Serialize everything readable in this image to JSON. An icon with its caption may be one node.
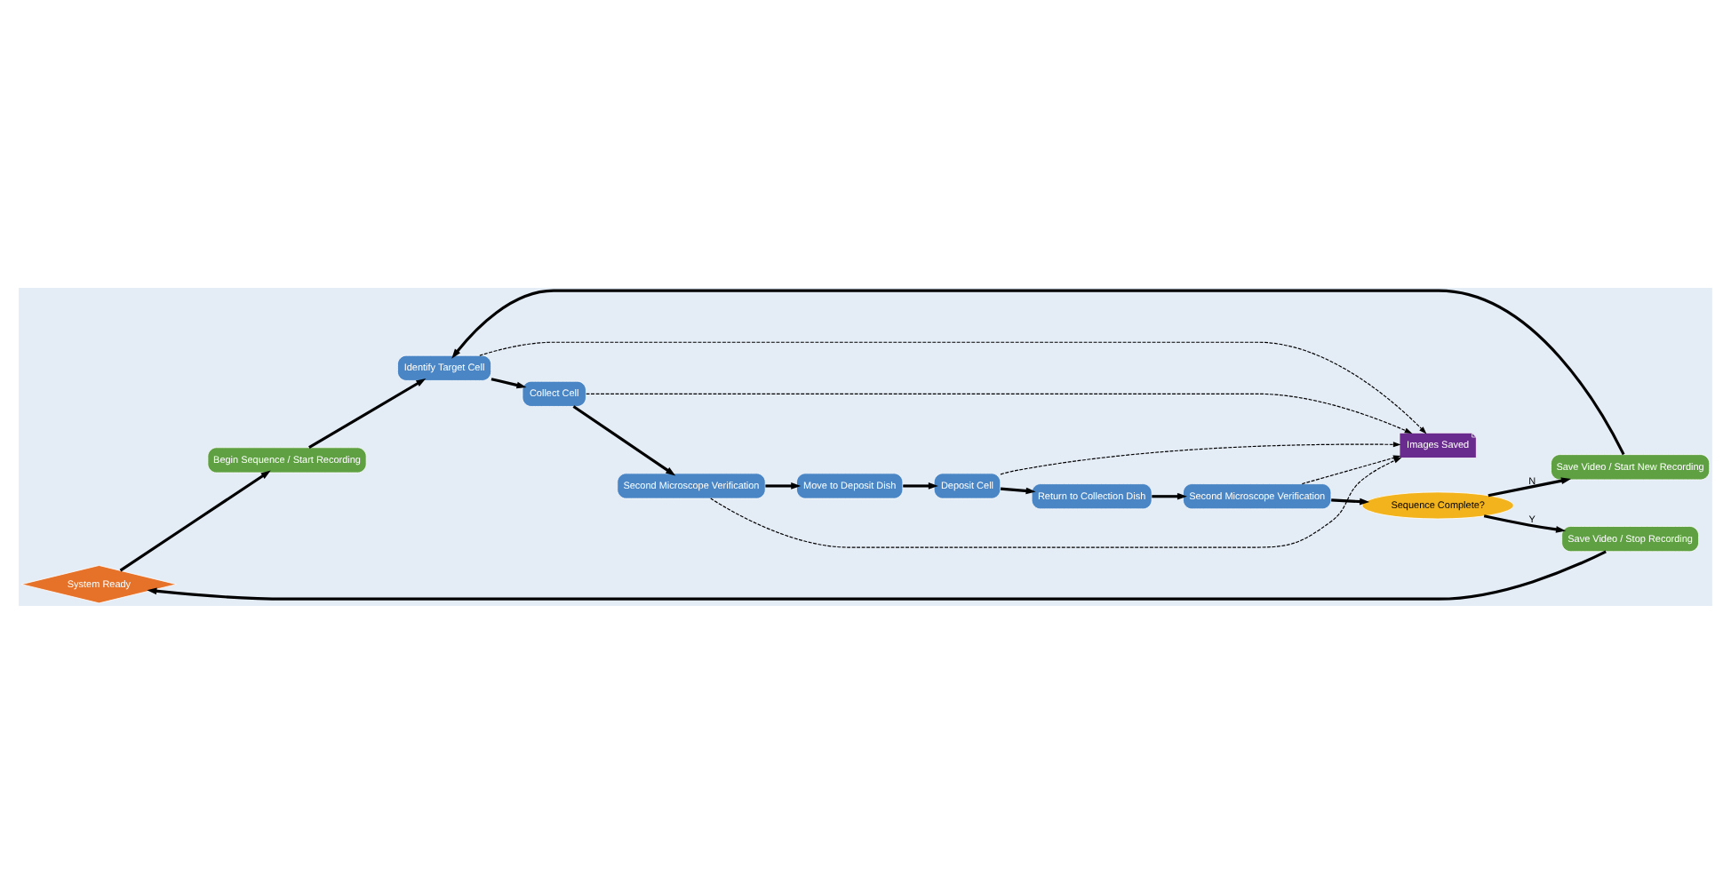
{
  "diagram": {
    "nodes": [
      {
        "text": [
          "System Ready"
        ]
      },
      {
        "text": [
          "Begin Sequence / Start Recording"
        ]
      },
      {
        "text": [
          "Identify Target Cell"
        ]
      },
      {
        "text": [
          "Collect Cell"
        ]
      },
      {
        "text": [
          "Second Microscope Verification"
        ]
      },
      {
        "text": [
          "Move to Deposit Dish"
        ]
      },
      {
        "text": [
          "Images Saved"
        ]
      },
      {
        "text": [
          "Deposit Cell"
        ]
      },
      {
        "text": [
          "Save Video / Start New Recording"
        ]
      },
      {
        "text": [
          "Return to Collection Dish"
        ]
      },
      {
        "text": [
          "Save Video / Stop Recording"
        ]
      },
      {
        "text": [
          "Sequence Complete?"
        ]
      },
      {
        "text": [
          "Second Microscope Verification"
        ]
      }
    ],
    "edges": [
      {
        "from": 0,
        "to": 1,
        "arrow": "to"
      },
      {
        "from": 1,
        "to": 2,
        "arrow": "to"
      },
      {
        "from": 2,
        "to": 3,
        "arrow": "to"
      },
      {
        "from": 3,
        "to": 4,
        "arrow": "to"
      },
      {
        "from": 4,
        "to": 5,
        "arrow": "to"
      },
      {
        "from": 5,
        "to": 7,
        "arrow": "to"
      },
      {
        "from": 3,
        "to": 6,
        "arrow": "to",
        "style": "dashed"
      },
      {
        "from": 4,
        "to": 6,
        "arrow": "to",
        "style": "dashed"
      },
      {
        "from": 2,
        "to": 6,
        "arrow": "to",
        "style": "dashed"
      },
      {
        "from": 7,
        "to": 6,
        "arrow": "to",
        "style": "dashed"
      },
      {
        "from": 7,
        "to": 9,
        "arrow": "to"
      },
      {
        "from": 9,
        "to": 12,
        "arrow": "to"
      },
      {
        "from": 12,
        "to": 6,
        "arrow": "to",
        "style": "dashed"
      },
      {
        "from": 12,
        "to": 11,
        "arrow": "to"
      },
      {
        "from": 11,
        "to": 8,
        "arrow": "to",
        "label": "N"
      },
      {
        "from": 8,
        "to": 2,
        "arrow": "to"
      },
      {
        "from": 11,
        "to": 10,
        "arrow": "to",
        "label": "Y"
      },
      {
        "from": 10,
        "to": 0,
        "arrow": "to"
      }
    ]
  }
}
